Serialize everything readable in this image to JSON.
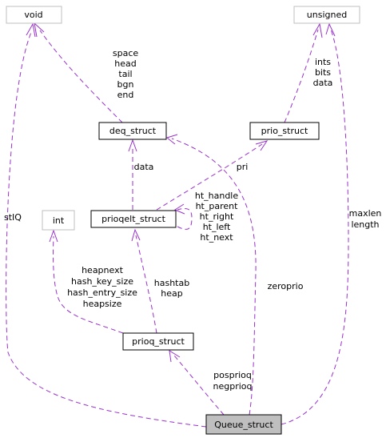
{
  "nodes": {
    "void": "void",
    "unsigned": "unsigned",
    "deq_struct": "deq_struct",
    "prio_struct": "prio_struct",
    "int": "int",
    "prioqelt_struct": "prioqelt_struct",
    "prioq_struct": "prioq_struct",
    "queue_struct": "Queue_struct"
  },
  "edges": {
    "deq_to_void": [
      "space",
      "head",
      "tail",
      "bgn",
      "end"
    ],
    "prio_to_unsigned": [
      "ints",
      "bits",
      "data"
    ],
    "prioqelt_to_deq": [
      "data"
    ],
    "prioqelt_to_prio": [
      "pri"
    ],
    "prioqelt_self": [
      "ht_handle",
      "ht_parent",
      "ht_right",
      "ht_left",
      "ht_next"
    ],
    "prioq_to_int": [
      "heapnext",
      "hash_key_size",
      "hash_entry_size",
      "heapsize"
    ],
    "prioq_to_prioqelt": [
      "hashtab",
      "heap"
    ],
    "queue_to_void": [
      "stIQ"
    ],
    "queue_to_unsigned": [
      "maxlen",
      "length"
    ],
    "queue_to_deq": [
      "zeroprio"
    ],
    "queue_to_prioq": [
      "posprioq",
      "negprioq"
    ]
  },
  "colors": {
    "edge": "#9a32cd",
    "focus_fill": "#bfbfbf",
    "light_border": "#bfbfbf"
  }
}
